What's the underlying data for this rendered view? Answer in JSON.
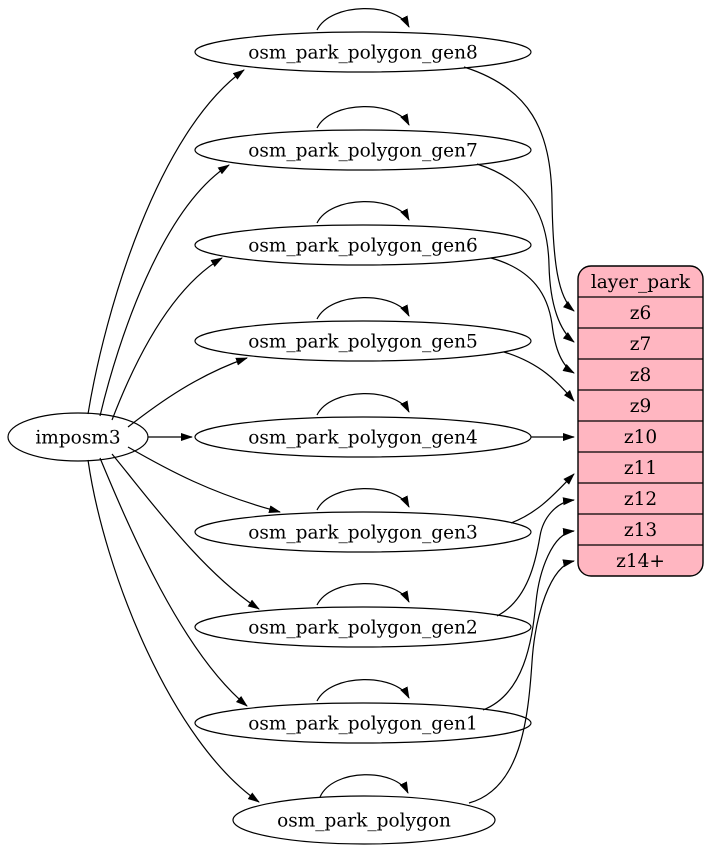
{
  "diagram": {
    "source": {
      "label": "imposm3"
    },
    "tables": [
      {
        "label": "osm_park_polygon_gen8",
        "zoom": "z6"
      },
      {
        "label": "osm_park_polygon_gen7",
        "zoom": "z7"
      },
      {
        "label": "osm_park_polygon_gen6",
        "zoom": "z8"
      },
      {
        "label": "osm_park_polygon_gen5",
        "zoom": "z9"
      },
      {
        "label": "osm_park_polygon_gen4",
        "zoom": "z10"
      },
      {
        "label": "osm_park_polygon_gen3",
        "zoom": "z11"
      },
      {
        "label": "osm_park_polygon_gen2",
        "zoom": "z12"
      },
      {
        "label": "osm_park_polygon_gen1",
        "zoom": "z13"
      },
      {
        "label": "osm_park_polygon",
        "zoom": "z14+"
      }
    ],
    "layer": {
      "header": "layer_park",
      "rows": [
        "z6",
        "z7",
        "z8",
        "z9",
        "z10",
        "z11",
        "z12",
        "z13",
        "z14+"
      ]
    },
    "colors": {
      "layer_fill": "#ffb6c1",
      "node_fill": "#ffffff",
      "stroke": "#000000"
    }
  }
}
